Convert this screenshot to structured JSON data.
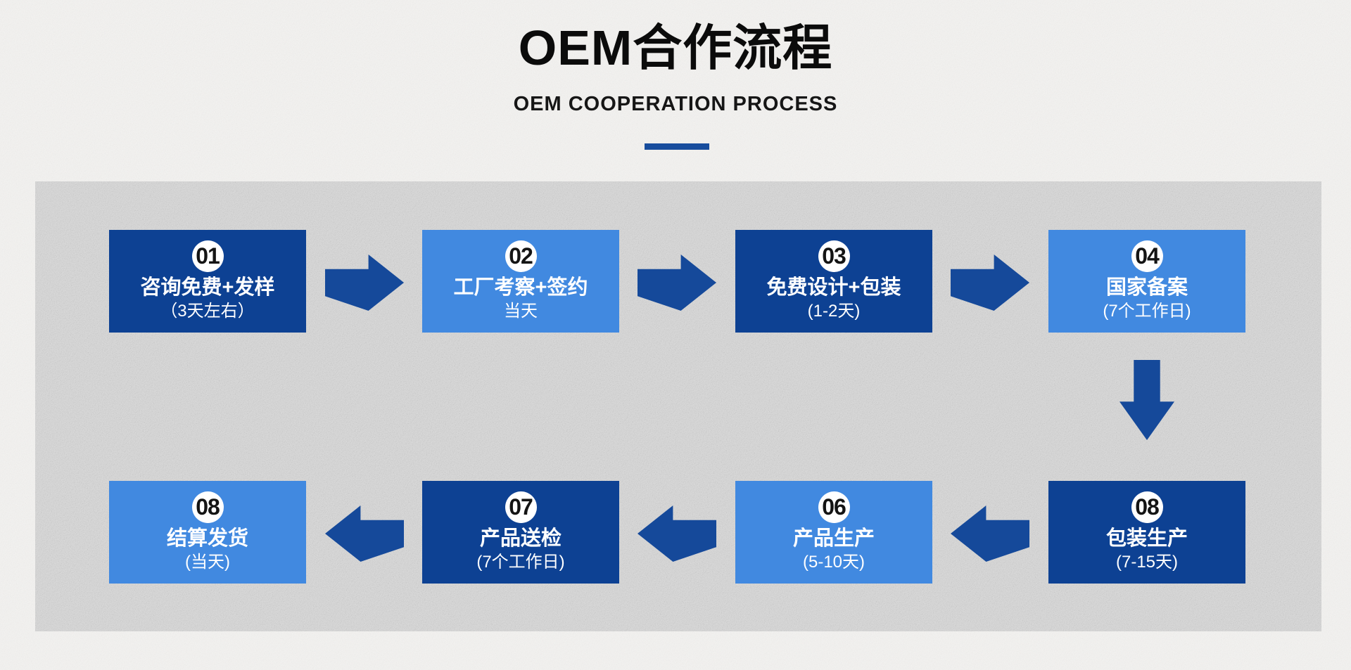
{
  "header": {
    "title": "OEM合作流程",
    "subtitle": "OEM COOPERATION PROCESS"
  },
  "colors": {
    "dark_box": "#0d4193",
    "light_box": "#4189e0",
    "arrow": "#15499a",
    "accent_bar": "#184d9d",
    "panel_bg": "#dadada",
    "page_bg": "#f4f3f1",
    "title_text": "#0b0b0b",
    "box_text": "#ffffff"
  },
  "flow": {
    "top_row": {
      "direction": "right",
      "steps": [
        {
          "num": "01",
          "title": "咨询免费+发样",
          "duration": "（3天左右）",
          "tone": "dark"
        },
        {
          "num": "02",
          "title": "工厂考察+签约",
          "duration": "当天",
          "tone": "light"
        },
        {
          "num": "03",
          "title": "免费设计+包装",
          "duration": "(1-2天)",
          "tone": "dark"
        },
        {
          "num": "04",
          "title": "国家备案",
          "duration": "(7个工作日)",
          "tone": "light"
        }
      ]
    },
    "bottom_row": {
      "direction": "left",
      "steps": [
        {
          "num": "08",
          "title": "结算发货",
          "duration": "(当天)",
          "tone": "light"
        },
        {
          "num": "07",
          "title": "产品送检",
          "duration": "(7个工作日)",
          "tone": "dark"
        },
        {
          "num": "06",
          "title": "产品生产",
          "duration": "(5-10天)",
          "tone": "light"
        },
        {
          "num": "08",
          "title": "包装生产",
          "duration": "(7-15天)",
          "tone": "dark"
        }
      ]
    }
  }
}
